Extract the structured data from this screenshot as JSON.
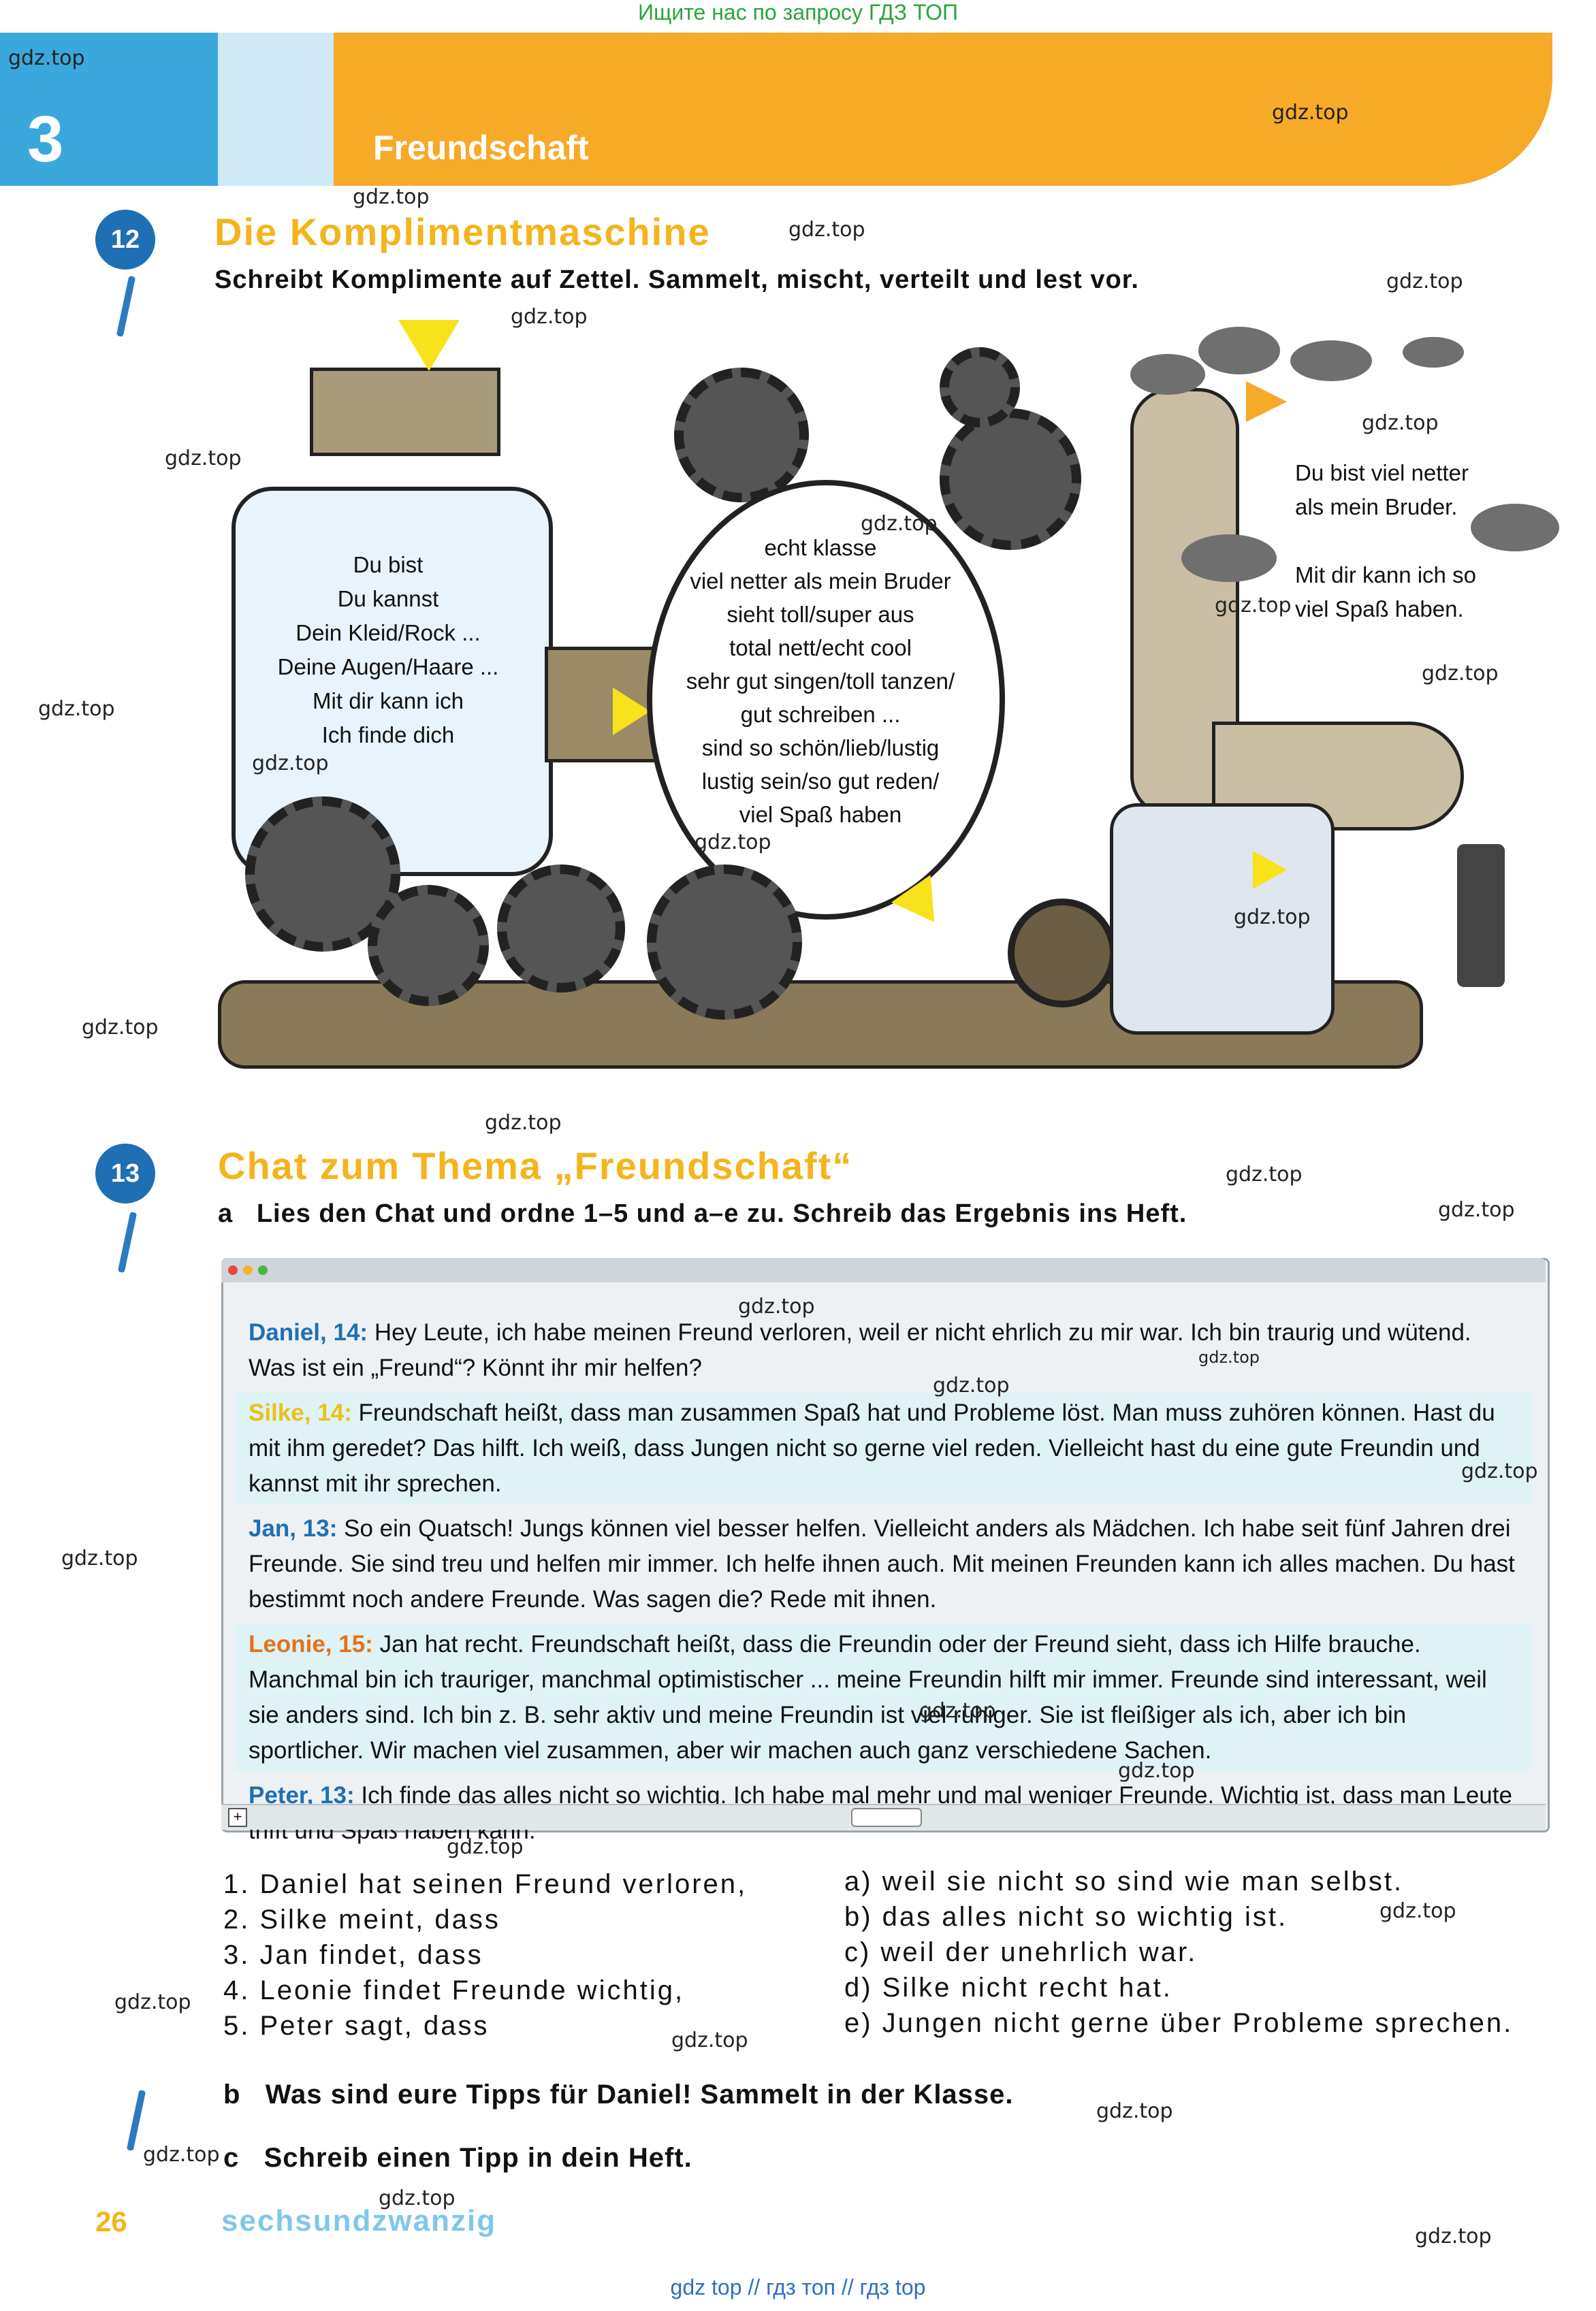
{
  "top_note": "Ищите нас по запросу ГДЗ ТОП",
  "bottom_note": "gdz top  //  гдз топ  //  гдз top",
  "watermark": "gdz.top",
  "header": {
    "unit_number": "3",
    "unit_title": "Freundschaft"
  },
  "ex12": {
    "number": "12",
    "title": "Die Komplimentmaschine",
    "instruction": "Schreibt Komplimente auf Zettel. Sammelt, mischt, verteilt und lest vor.",
    "tank_lines": [
      "Du bist",
      "Du kannst",
      "Dein Kleid/Rock ...",
      "Deine Augen/Haare ...",
      "Mit dir kann ich",
      "Ich finde dich"
    ],
    "drum_lines": [
      "echt klasse",
      "viel netter als mein Bruder",
      "sieht toll/super aus",
      "total nett/echt cool",
      "sehr gut singen/toll tanzen/",
      "gut schreiben ...",
      "sind so schön/lieb/lustig",
      "lustig sein/so gut reden/",
      "viel Spaß haben"
    ],
    "output_1a": "Du bist viel netter",
    "output_1b": "als mein Bruder.",
    "output_2a": "Mit dir kann ich so",
    "output_2b": "viel Spaß haben."
  },
  "ex13": {
    "number": "13",
    "title": "Chat zum Thema „Freundschaft“",
    "task_a_letter": "a",
    "task_a": "Lies den Chat und ordne 1–5 und a–e zu. Schreib das Ergebnis ins Heft.",
    "chat": [
      {
        "name": "Daniel, 14:",
        "color": "#1f6fb5",
        "text": "Hey Leute, ich habe meinen Freund verloren, weil er nicht ehrlich zu mir war. Ich bin traurig und wütend. Was ist ein „Freund“? Könnt ihr mir helfen?"
      },
      {
        "name": "Silke, 14:",
        "color": "#e8c21a",
        "text": "Freundschaft heißt, dass man zusammen Spaß hat und Probleme löst. Man muss zuhören können. Hast du mit ihm geredet? Das hilft. Ich weiß, dass Jungen nicht so gerne viel reden. Vielleicht hast du eine gute Freundin und kannst mit ihr sprechen."
      },
      {
        "name": "Jan, 13:",
        "color": "#1f6fb5",
        "text": "So ein Quatsch! Jungs können viel besser helfen. Vielleicht anders als Mädchen. Ich habe seit fünf Jahren drei Freunde. Sie sind treu und helfen mir immer. Ich helfe ihnen auch. Mit meinen Freunden kann ich alles machen. Du hast bestimmt noch andere Freunde. Was sagen die? Rede mit ihnen."
      },
      {
        "name": "Leonie, 15:",
        "color": "#e2731c",
        "text": "Jan hat recht. Freundschaft heißt, dass die Freundin oder der Freund sieht, dass ich Hilfe brauche. Manchmal bin ich trauriger, manchmal optimistischer ... meine Freundin hilft mir immer. Freunde sind interessant, weil sie anders sind. Ich bin z. B. sehr aktiv und meine Freundin ist viel ruhiger. Sie ist fleißiger als ich, aber ich bin sportlicher. Wir machen viel zusammen, aber wir machen auch ganz verschiedene Sachen."
      },
      {
        "name": "Peter, 13:",
        "color": "#1f6fb5",
        "text": "Ich finde das alles nicht so wichtig. Ich habe mal mehr und mal weniger Freunde. Wichtig ist, dass man Leute trifft und Spaß haben kann."
      }
    ],
    "left_items": [
      "1. Daniel hat seinen Freund verloren,",
      "2. Silke meint, dass",
      "3. Jan findet, dass",
      "4. Leonie findet Freunde wichtig,",
      "5. Peter sagt, dass"
    ],
    "right_items": [
      "a) weil sie nicht so sind wie man selbst.",
      "b) das alles nicht so wichtig ist.",
      "c) weil der unehrlich war.",
      "d) Silke nicht recht hat.",
      "e) Jungen nicht gerne über Probleme sprechen."
    ],
    "task_b_letter": "b",
    "task_b": "Was sind eure Tipps für Daniel! Sammelt in der Klasse.",
    "task_c_letter": "c",
    "task_c": "Schreib einen Tipp in dein Heft."
  },
  "footer": {
    "page_number": "26",
    "page_word": "sechsundzwanzig"
  }
}
